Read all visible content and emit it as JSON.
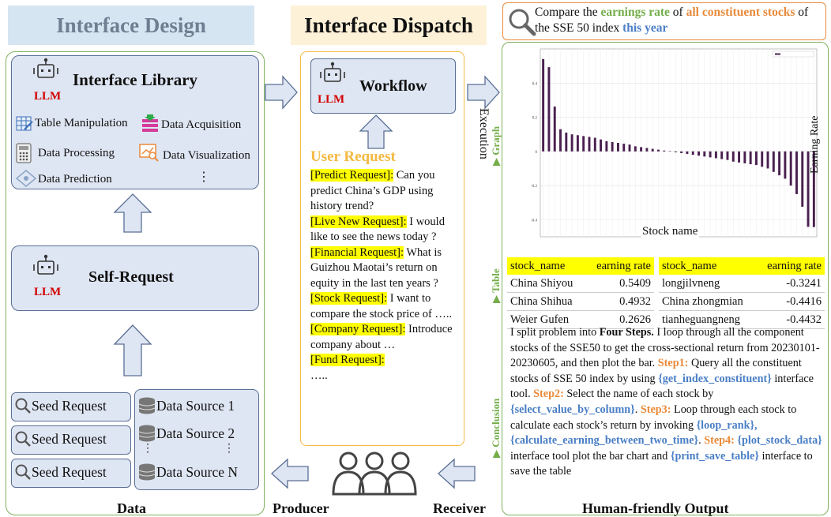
{
  "headers": {
    "design": "Interface Design",
    "dispatch": "Interface Dispatch"
  },
  "library": {
    "title": "Interface Library",
    "llm": "LLM",
    "items": [
      "Table Manipulation",
      "Data Acquisition",
      "Data Processing",
      "Data Visualization",
      "Data Prediction"
    ],
    "more": "⋮"
  },
  "self_request": {
    "title": "Self-Request",
    "llm": "LLM"
  },
  "data": {
    "seed": [
      "Seed Request",
      "Seed Request",
      "Seed Request"
    ],
    "sources": [
      "Data Source 1",
      "Data Source 2",
      "Data Source N"
    ],
    "dots": "⋮"
  },
  "workflow": {
    "title": "Workflow",
    "llm": "LLM"
  },
  "user_request": {
    "title": "User Request",
    "items": [
      {
        "tag": "[Predict Request]:",
        "text": "Can you predict China’s GDP using history trend?"
      },
      {
        "tag": "[Live New Request]:",
        "text": "I would like to see the news today ?"
      },
      {
        "tag": "[Financial Request]:",
        "text": "What is Guizhou Maotai’s return on equity in the last ten years ?"
      },
      {
        "tag": "[Stock Request]:",
        "text": "I want to compare the stock price of ….."
      },
      {
        "tag": "[Company Request]:",
        "text": "Introduce company about …"
      },
      {
        "tag": "[Fund Request]:",
        "text": "….."
      }
    ]
  },
  "bottom_labels": {
    "data": "Data",
    "producer": "Producer",
    "receiver": "Receiver",
    "output": "Human-friendly Output"
  },
  "execution": "Execution",
  "query": {
    "p1": "Compare the ",
    "k1": "earnings rate",
    "p2": " of ",
    "k2": "all constituent stocks",
    "p3": " of the SSE 50 index ",
    "k3": "this year"
  },
  "side_labels": {
    "graph": "Graph",
    "table": "Table",
    "conclusion": "Conclusion"
  },
  "chart_data": {
    "type": "bar",
    "xlabel": "Stock name",
    "ylabel": "Earning Rate",
    "ylim": [
      -0.5,
      0.6
    ],
    "yticks": [
      -0.4,
      -0.2,
      0,
      0.2,
      0.4
    ],
    "values": [
      0.5409,
      0.4932,
      0.2626,
      0.13,
      0.11,
      0.1,
      0.095,
      0.09,
      0.085,
      0.08,
      0.07,
      0.06,
      0.055,
      0.05,
      0.045,
      0.04,
      0.03,
      0.025,
      0.02,
      0.015,
      0.01,
      0.005,
      0.002,
      -0.005,
      -0.01,
      -0.015,
      -0.02,
      -0.025,
      -0.03,
      -0.035,
      -0.04,
      -0.045,
      -0.05,
      -0.06,
      -0.065,
      -0.07,
      -0.075,
      -0.08,
      -0.09,
      -0.1,
      -0.12,
      -0.14,
      -0.16,
      -0.2,
      -0.25,
      -0.3241,
      -0.4416,
      -0.4432
    ],
    "bar_color": "#4a2050"
  },
  "table": {
    "headers": [
      "stock_name",
      "earning rate"
    ],
    "left": [
      [
        "China Shiyou",
        "0.5409"
      ],
      [
        "China Shihua",
        "0.4932"
      ],
      [
        "Weier Gufen",
        "0.2626"
      ]
    ],
    "right": [
      [
        "longjilvneng",
        "-0.3241"
      ],
      [
        "China zhongmian",
        "-0.4416"
      ],
      [
        "tianheguangneng",
        "-0.4432"
      ]
    ]
  },
  "conclusion": {
    "intro_a": "I split problem into ",
    "intro_b": "Four Steps.",
    "intro_c": " I loop through all the component stocks of the SSE50 to get the cross-sectional return from 20230101-20230605, and then plot the bar.",
    "s1": "Step1:",
    "s1t": " Query all the constituent stocks of SSE 50 index by using ",
    "s1c": "{get_index_constituent}",
    "s1e": " interface tool. ",
    "s2": "Step2:",
    "s2t": " Select the name of each stock by ",
    "s2c": "{select_value_by_column}",
    "s2e": ".",
    "s3": "Step3:",
    "s3t": " Loop through each stock to calculate each stock’s return by invoking ",
    "s3c": "{loop_rank}, {calculate_earning_between_two_time}",
    "s3e": ". ",
    "s4": "Step4:",
    "s4c": "{plot_stock_data}",
    "s4t": " interface tool plot the bar chart and ",
    "s4c2": "{print_save_table}",
    "s4e": " interface to save the table"
  },
  "colors": {
    "panel_green": "#7fb15e",
    "panel_orange": "#f4b942",
    "card_fill": "#dfe6f3",
    "arrow_fill": "#dfe6f3",
    "llm_red": "#d10000",
    "keyword_green": "#74ad4a",
    "keyword_orange": "#e98a3a",
    "code_blue": "#4a7fc6"
  }
}
